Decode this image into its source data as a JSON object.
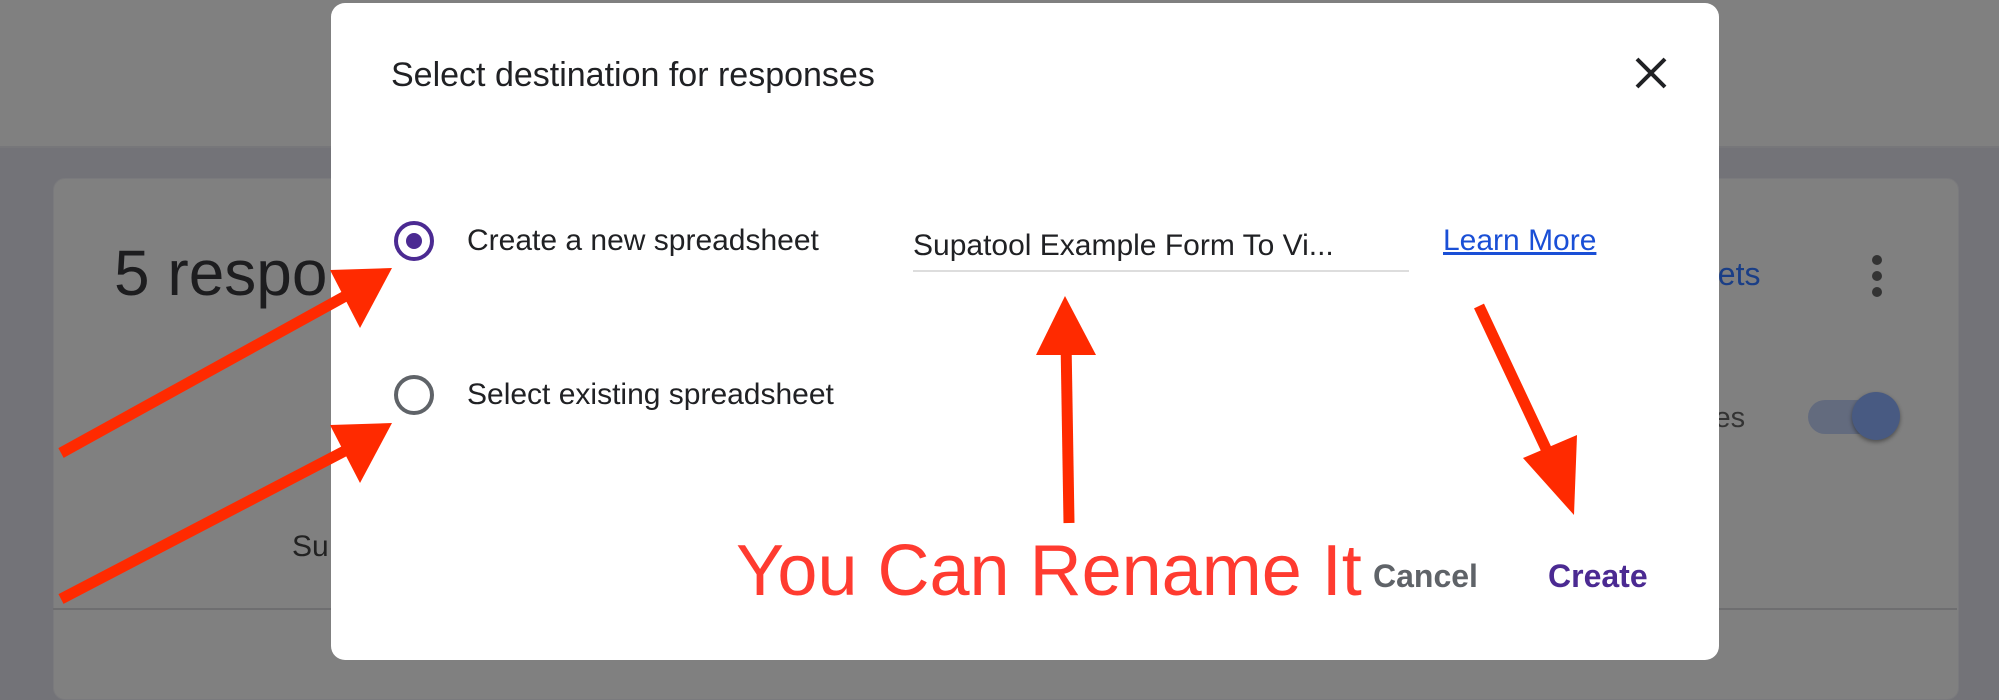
{
  "background": {
    "responses_count": "5 respo",
    "summary_tab": "Su",
    "sheets_link": "eets",
    "accepting_label": "ses",
    "accepting_toggle_on": true
  },
  "dialog": {
    "title": "Select destination for responses",
    "options": [
      {
        "label": "Create a new spreadsheet",
        "selected": true
      },
      {
        "label": "Select existing spreadsheet",
        "selected": false
      }
    ],
    "spreadsheet_name": "Supatool Example Form To Vi...",
    "learn_more": "Learn More",
    "cancel": "Cancel",
    "create": "Create"
  },
  "annotation": {
    "text": "You Can Rename It",
    "color": "#ff2a00"
  },
  "colors": {
    "accent": "#4b2a92",
    "link": "#1a4fd6"
  }
}
